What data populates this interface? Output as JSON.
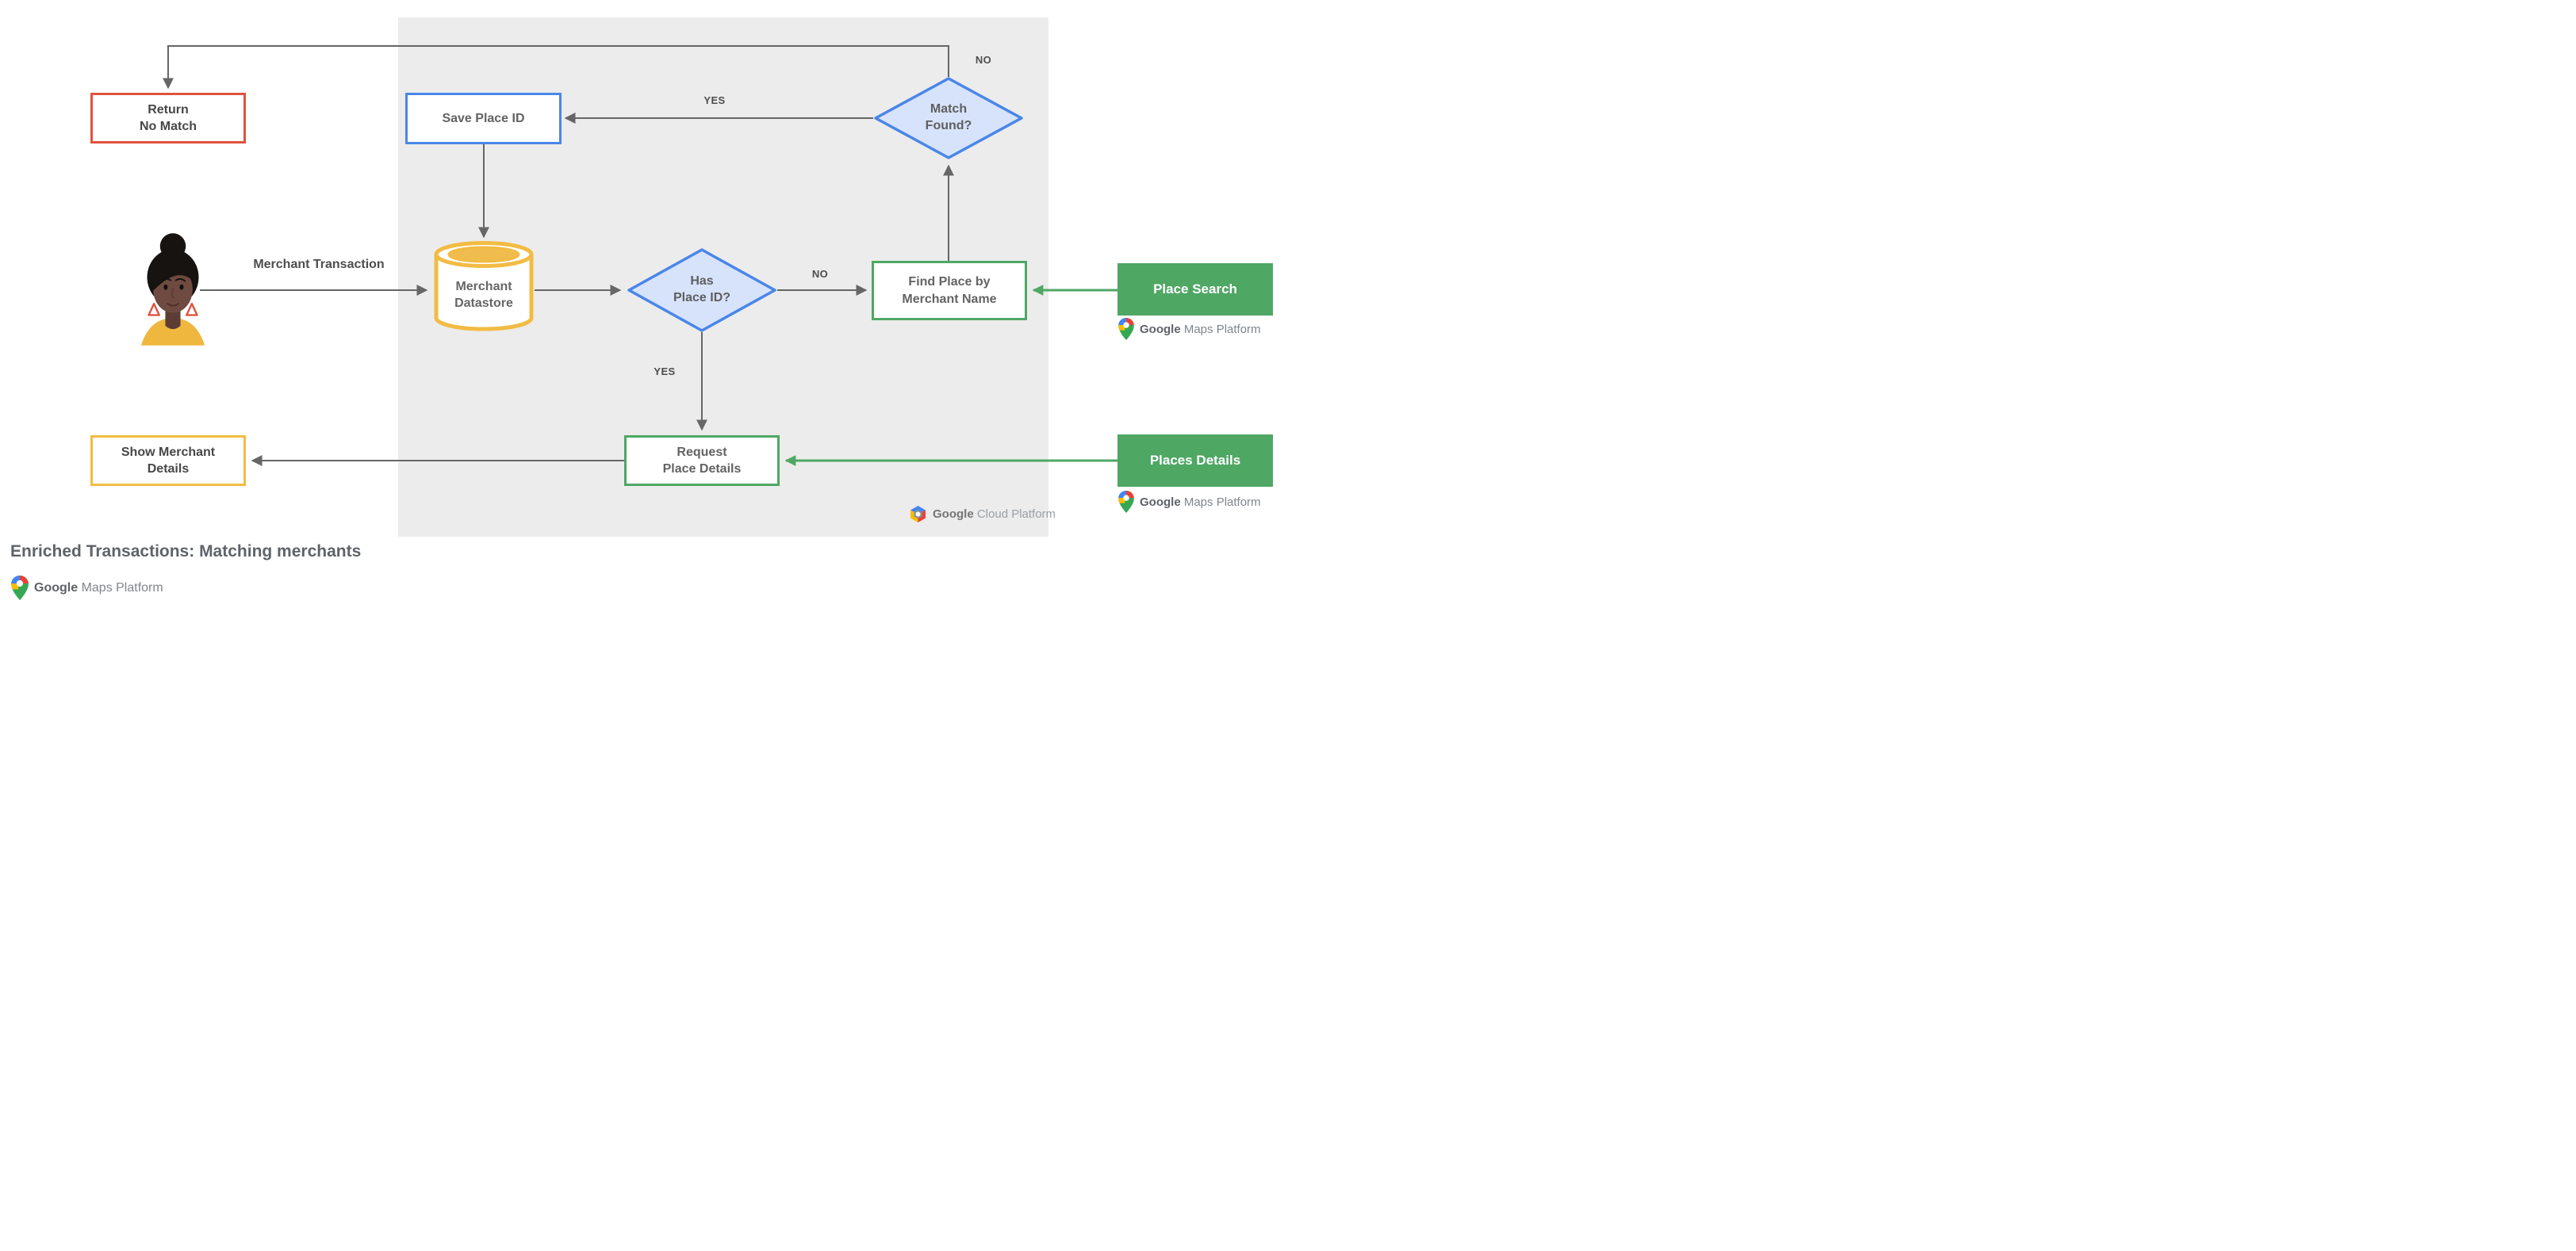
{
  "title": "Enriched Transactions: Matching merchants",
  "nodes": {
    "return_no_match": "Return\nNo Match",
    "save_place_id": "Save Place ID",
    "match_found": "Match\nFound?",
    "merchant_datastore": "Merchant\nDatastore",
    "has_place_id": "Has\nPlace ID?",
    "find_place_by_merchant_name": "Find Place by\nMerchant Name",
    "place_search": "Place Search",
    "request_place_details": "Request\nPlace Details",
    "places_details": "Places Details",
    "show_merchant_details": "Show Merchant\nDetails"
  },
  "edge_labels": {
    "match_found_no": "NO",
    "match_found_yes": "YES",
    "has_place_id_no": "NO",
    "has_place_id_yes": "YES",
    "merchant_transaction": "Merchant Transaction"
  },
  "branding": {
    "maps_platform": {
      "google": "Google",
      "product": "Maps Platform"
    },
    "cloud_platform": {
      "google": "Google",
      "product": "Cloud Platform"
    }
  },
  "edges": [
    {
      "from": "merchant-user",
      "to": "merchant_datastore",
      "label": "Merchant Transaction"
    },
    {
      "from": "merchant_datastore",
      "to": "has_place_id"
    },
    {
      "from": "has_place_id",
      "to": "find_place_by_merchant_name",
      "label": "NO"
    },
    {
      "from": "has_place_id",
      "to": "request_place_details",
      "label": "YES"
    },
    {
      "from": "find_place_by_merchant_name",
      "to": "match_found"
    },
    {
      "from": "match_found",
      "to": "save_place_id",
      "label": "YES"
    },
    {
      "from": "match_found",
      "to": "return_no_match",
      "label": "NO"
    },
    {
      "from": "save_place_id",
      "to": "merchant_datastore"
    },
    {
      "from": "place_search",
      "to": "find_place_by_merchant_name"
    },
    {
      "from": "places_details",
      "to": "request_place_details"
    },
    {
      "from": "request_place_details",
      "to": "show_merchant_details"
    }
  ],
  "colors": {
    "red_border": "#e0523f",
    "blue_border": "#4a86e8",
    "diamond_fill": "#d7e3fb",
    "yellow_border": "#f2bb43",
    "datastore_top_fill": "#f1bc4e",
    "green": "#4fa764",
    "panel_background": "#ececec",
    "arrow_gray": "#666666",
    "node_text": "#636363"
  }
}
